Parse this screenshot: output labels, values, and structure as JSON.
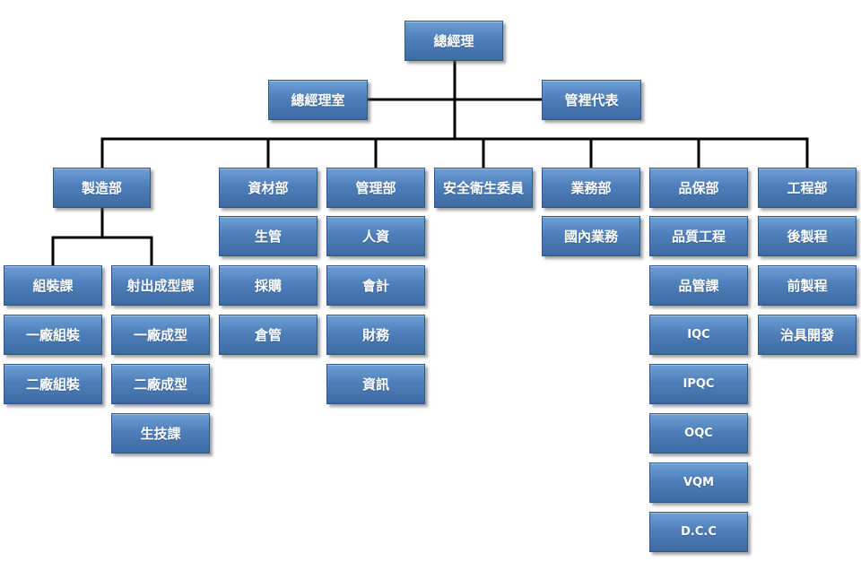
{
  "org_chart": {
    "ceo": "總經理",
    "ceo_office": "總經理室",
    "management_rep": "管裡代表",
    "departments": {
      "manufacturing": {
        "name": "製造部",
        "assembly": {
          "name": "組裝課",
          "units": [
            "一廠組裝",
            "二廠組裝"
          ]
        },
        "molding": {
          "name": "射出成型課",
          "units": [
            "一廠成型",
            "二廠成型",
            "生技課"
          ]
        }
      },
      "materials": {
        "name": "資材部",
        "units": [
          "生管",
          "採購",
          "倉管"
        ]
      },
      "admin": {
        "name": "管理部",
        "units": [
          "人資",
          "會計",
          "財務",
          "資訊"
        ]
      },
      "safety": {
        "name": "安全衛生委員"
      },
      "sales": {
        "name": "業務部",
        "units": [
          "國內業務"
        ]
      },
      "qa": {
        "name": "品保部",
        "units": [
          "品質工程",
          "品管課",
          "IQC",
          "IPQC",
          "OQC",
          "VQM",
          "D.C.C"
        ]
      },
      "engineering": {
        "name": "工程部",
        "units": [
          "後製程",
          "前製程",
          "治具開發"
        ]
      }
    }
  }
}
